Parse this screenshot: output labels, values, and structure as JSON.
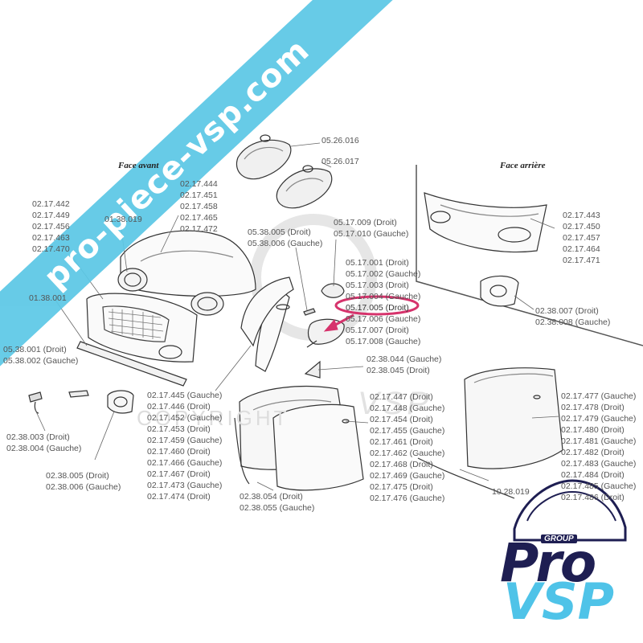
{
  "banner_text": "pro-piece-vsp.com",
  "headings": {
    "front": "Face avant",
    "rear": "Face arrière"
  },
  "watermark": {
    "text": "COPYRIGHT",
    "brand": "VSP"
  },
  "logo": {
    "group": "GROUP",
    "pro": "Pro",
    "vsp": "VSP"
  },
  "highlight_color": "#d6336c",
  "banner_color": "#5cc8e6",
  "labels": {
    "headlights": [
      "05.26.016",
      "05.26.017"
    ],
    "hood": [
      "02.17.444",
      "02.17.451",
      "02.17.458",
      "02.17.465",
      "02.17.472"
    ],
    "front_lamp": [
      "01.38.019"
    ],
    "front_bumper": [
      "02.17.442",
      "02.17.449",
      "02.17.456",
      "02.17.463",
      "02.17.470"
    ],
    "grille_strip": [
      "01.38.001"
    ],
    "indicator": [
      "05.38.001 (Droit)",
      "05.38.002 (Gauche)"
    ],
    "rear_bumper": [
      "02.17.443",
      "02.17.450",
      "02.17.457",
      "02.17.464",
      "02.17.471"
    ],
    "rear_lamp": [
      "02.38.007 (Droit)",
      "02.38.008 (Gauche)"
    ],
    "side_repeater": [
      "05.38.005 (Droit)",
      "05.38.006 (Gauche)"
    ],
    "mirror_glass": [
      "05.17.009 (Droit)",
      "05.17.010 (Gauche)"
    ],
    "mirror": [
      "05.17.001 (Droit)",
      "05.17.002 (Gauche)",
      "05.17.003 (Droit)",
      "05.17.004 (Gauche)",
      "05.17.005 (Droit)",
      "05.17.006 (Gauche)",
      "05.17.007 (Droit)",
      "05.17.008 (Gauche)"
    ],
    "sill": [
      "02.38.044 (Gauche)",
      "02.38.045 (Droit)"
    ],
    "fender": [
      "02.17.445 (Gauche)",
      "02.17.446 (Droit)",
      "02.17.452 (Gauche)",
      "02.17.453 (Droit)",
      "02.17.459 (Gauche)",
      "02.17.460 (Droit)",
      "02.17.466 (Gauche)",
      "02.17.467 (Droit)",
      "02.17.473 (Gauche)",
      "02.17.474 (Droit)"
    ],
    "front_door": [
      "02.17.447 (Droit)",
      "02.17.448 (Gauche)",
      "02.17.454 (Droit)",
      "02.17.455 (Gauche)",
      "02.17.461 (Droit)",
      "02.17.462 (Gauche)",
      "02.17.468 (Droit)",
      "02.17.469 (Gauche)",
      "02.17.475 (Droit)",
      "02.17.476 (Gauche)"
    ],
    "rear_door": [
      "02.17.477 (Gauche)",
      "02.17.478 (Droit)",
      "02.17.479 (Gauche)",
      "02.17.480 (Droit)",
      "02.17.481 (Gauche)",
      "02.17.482 (Droit)",
      "02.17.483 (Gauche)",
      "02.17.484 (Droit)",
      "02.17.485 (Gauche)",
      "02.17.486 (Droit)"
    ],
    "fog_lamp": [
      "02.38.005 (Droit)",
      "02.38.006 (Gauche)"
    ],
    "side_marker": [
      "02.38.003 (Droit)",
      "02.38.004 (Gauche)"
    ],
    "door_seal": [
      "02.38.054 (Droit)",
      "02.38.055 (Gauche)"
    ],
    "roof_seal": [
      "10.28.019"
    ]
  }
}
